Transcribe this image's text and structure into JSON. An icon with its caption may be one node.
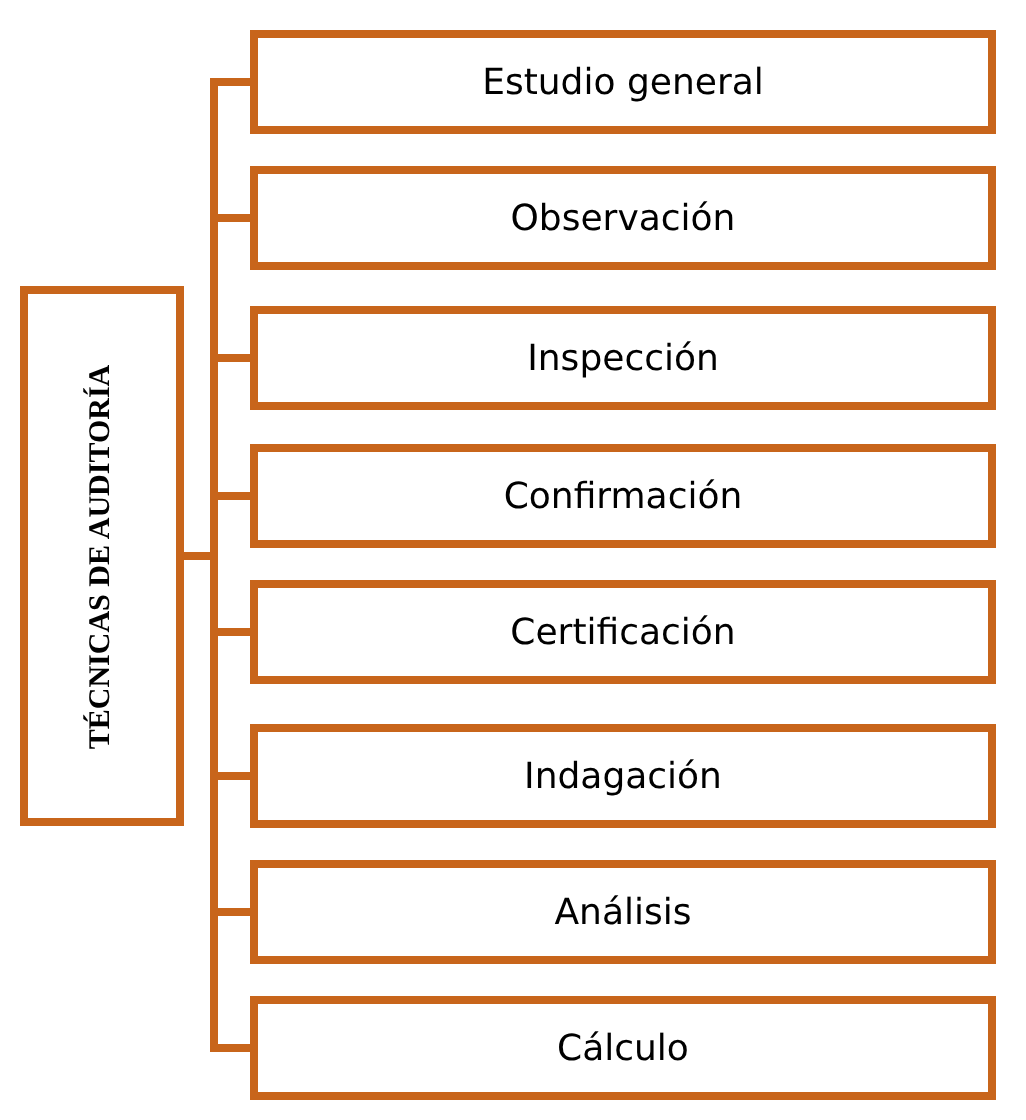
{
  "diagram": {
    "nodes": [
      {
        "text": [
          "TÉCNICAS DE AUDITORÍA"
        ]
      },
      {
        "text": [
          "Estudio general"
        ]
      },
      {
        "text": [
          "Observación"
        ]
      },
      {
        "text": [
          "Inspección"
        ]
      },
      {
        "text": [
          "Confirmación"
        ]
      },
      {
        "text": [
          "Certificación"
        ]
      },
      {
        "text": [
          "Indagación"
        ]
      },
      {
        "text": [
          "Análisis"
        ]
      },
      {
        "text": [
          "Cálculo"
        ]
      }
    ],
    "edges": [
      {
        "from": 0,
        "to": 1,
        "arrow": "none"
      },
      {
        "from": 0,
        "to": 2,
        "arrow": "none"
      },
      {
        "from": 0,
        "to": 3,
        "arrow": "none"
      },
      {
        "from": 0,
        "to": 4,
        "arrow": "none"
      },
      {
        "from": 0,
        "to": 5,
        "arrow": "none"
      },
      {
        "from": 0,
        "to": 6,
        "arrow": "none"
      },
      {
        "from": 0,
        "to": 7,
        "arrow": "none"
      },
      {
        "from": 0,
        "to": 8,
        "arrow": "none"
      }
    ]
  }
}
